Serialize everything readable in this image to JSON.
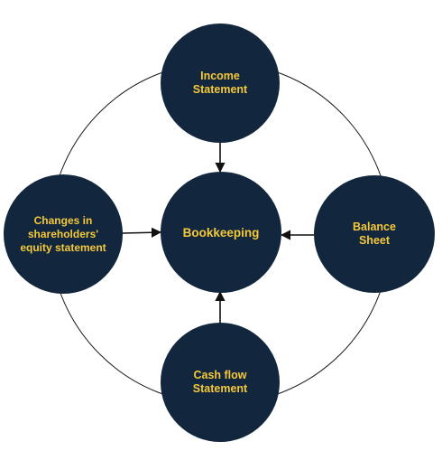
{
  "colors": {
    "node_fill": "#12273d",
    "node_text": "#f5c83a",
    "ring": "#1a1a1a",
    "arrow": "#111111",
    "background": "#ffffff"
  },
  "nodes": {
    "income": {
      "label": "Income\nStatement"
    },
    "center": {
      "label": "Bookkeeping"
    },
    "balance": {
      "label": "Balance\nSheet"
    },
    "equity": {
      "label": "Changes in\nshareholders'\nequity statement"
    },
    "cashflow": {
      "label": "Cash flow\nStatement"
    }
  },
  "arrows": [
    {
      "from": "income",
      "to": "center"
    },
    {
      "from": "balance",
      "to": "center"
    },
    {
      "from": "cashflow",
      "to": "center"
    },
    {
      "from": "equity",
      "to": "center"
    }
  ]
}
